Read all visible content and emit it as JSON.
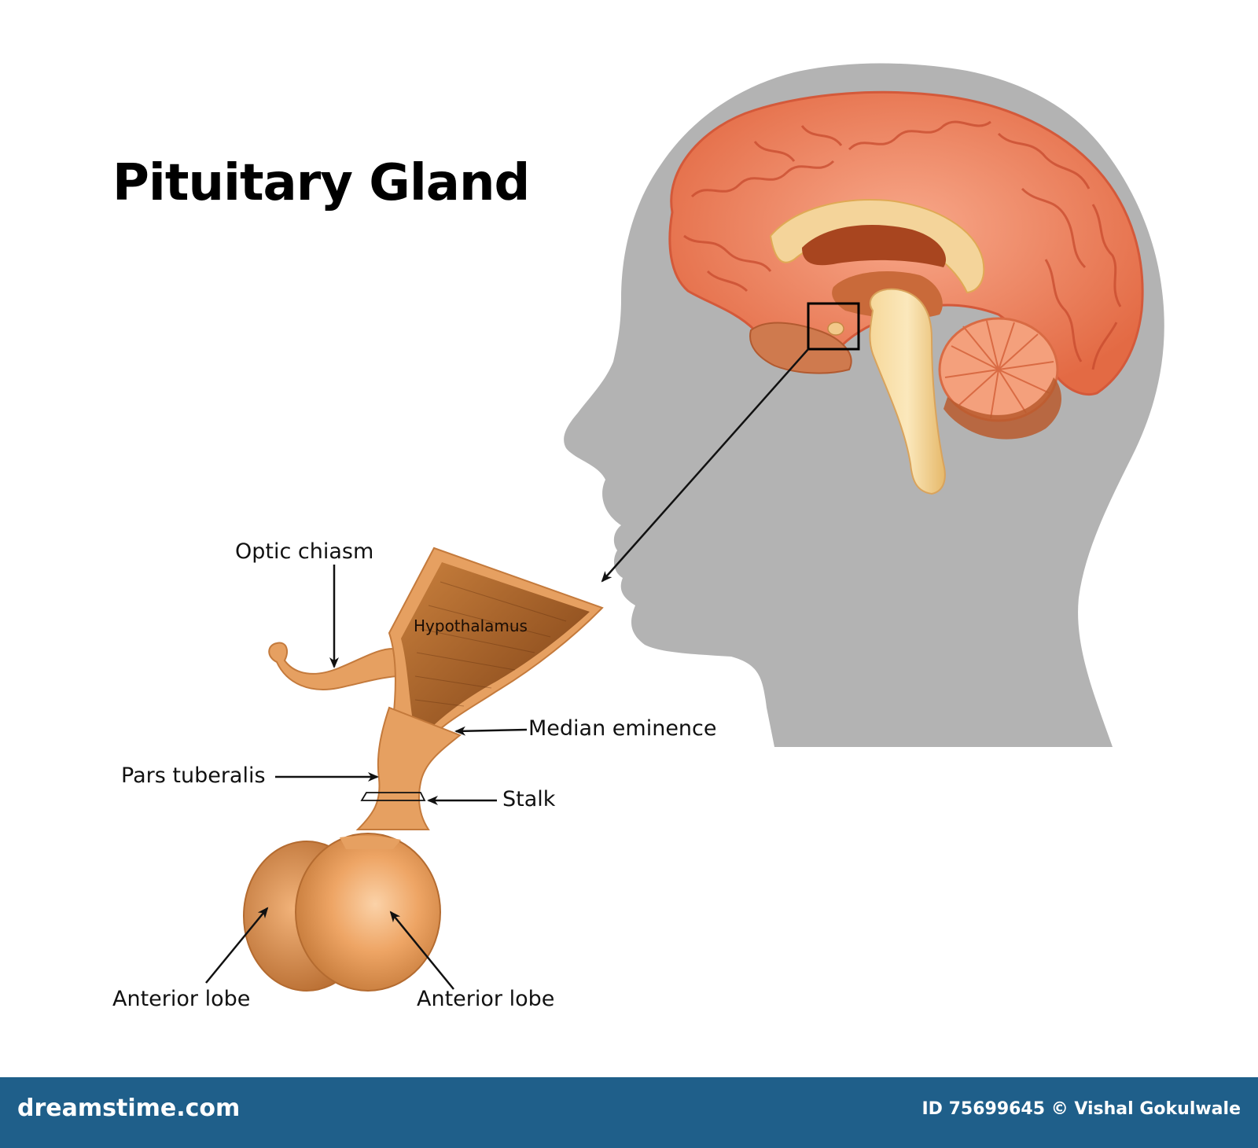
{
  "title": "Pituitary Gland",
  "labels": {
    "optic_chiasm": "Optic chiasm",
    "hypothalamus": "Hypothalamus",
    "median_eminence": "Median eminence",
    "pars_tuberalis": "Pars tuberalis",
    "stalk": "Stalk",
    "anterior_lobe_left": "Anterior lobe",
    "anterior_lobe_right": "Anterior lobe"
  },
  "footer": {
    "logo": "dreamstime.com",
    "credit": "ID 75699645 © Vishal Gokulwale"
  },
  "colors": {
    "head_silhouette": "#b3b3b3",
    "brain": "#f08a68",
    "gland": "#e8a160",
    "footer_bar": "#1f5f8a"
  }
}
